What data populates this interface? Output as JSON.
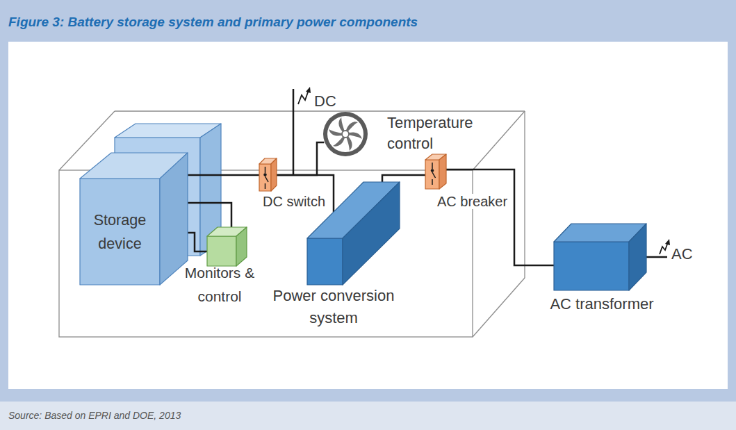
{
  "diagram": {
    "title": "Figure 3: Battery storage system and primary power components",
    "caption": "Source: Based on EPRI and DOE, 2013",
    "nodes": [
      {
        "text": [
          "Storage device"
        ]
      },
      {
        "text": [
          "Monitors & control"
        ]
      },
      {
        "text": [
          "DC switch"
        ]
      },
      {
        "text": [
          "Temperature control"
        ]
      },
      {
        "text": [
          "Power conversion system"
        ]
      },
      {
        "text": [
          "AC breaker"
        ]
      },
      {
        "text": [
          "AC transformer"
        ]
      }
    ],
    "edges": [
      {
        "from": 0,
        "to": 2,
        "arrow": "none"
      },
      {
        "from": 0,
        "to": 1,
        "arrow": "none"
      },
      {
        "from": 0,
        "to": 1,
        "arrow": "none"
      },
      {
        "from": 2,
        "to": 3,
        "arrow": "none"
      },
      {
        "from": 2,
        "to": 4,
        "arrow": "none"
      },
      {
        "from": 4,
        "to": 5,
        "arrow": "none"
      },
      {
        "from": 5,
        "to": 6,
        "arrow": "none"
      }
    ],
    "labels": [
      "DC",
      "AC"
    ]
  }
}
